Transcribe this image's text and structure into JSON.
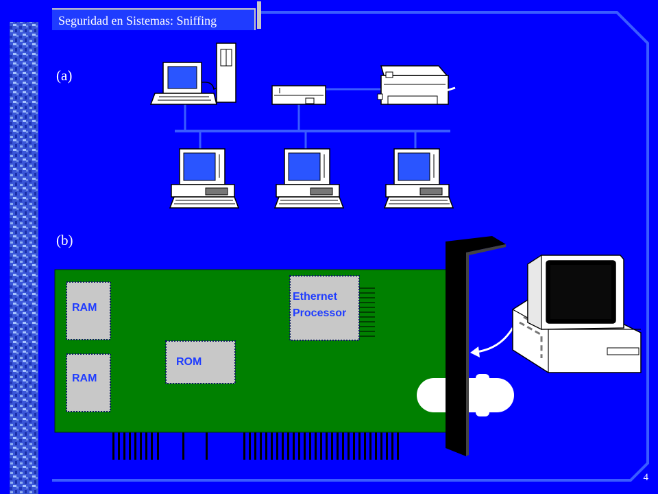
{
  "header": {
    "title": "Seguridad en Sistemas: Sniffing"
  },
  "panels": {
    "a_label": "(a)",
    "b_label": "(b)"
  },
  "board": {
    "ram_top_label": "RAM",
    "ram_bottom_label": "RAM",
    "rom_label": "ROM",
    "ethernet_label_line1": "Ethernet",
    "ethernet_label_line2": "Processor"
  },
  "footer": {
    "page_number": "4"
  },
  "colors": {
    "background": "#0000ff",
    "board": "#008000",
    "chip": "#c8c8c8",
    "network_line": "#3a5cff"
  },
  "icons": [
    "workstation-tower-icon",
    "network-hub-icon",
    "printer-icon",
    "desktop-computer-icon",
    "monitor-icon"
  ]
}
